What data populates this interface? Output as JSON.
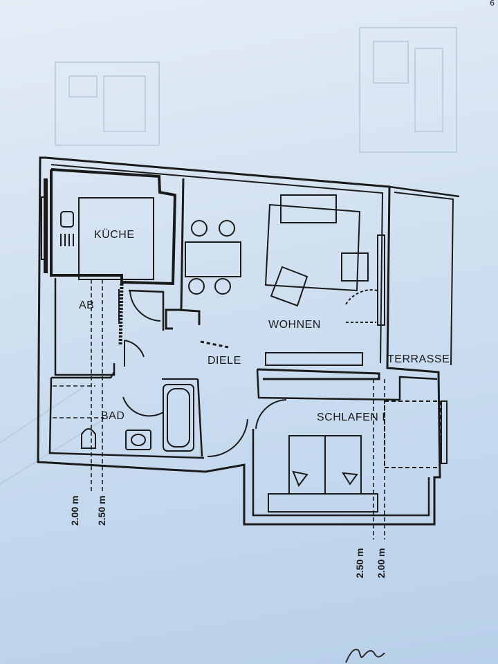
{
  "rooms": {
    "kueche": "KÜCHE",
    "ab": "AB",
    "wohnen": "WOHNEN",
    "diele": "DIELE",
    "terrasse": "TERRASSE",
    "bad": "BAD",
    "schlafen": "SCHLAFEN I"
  },
  "dimensions": {
    "left_a": "2.00 m",
    "left_b": "2.50 m",
    "right_a": "2.50 m",
    "right_b": "2.00 m"
  },
  "corner_mark": "6",
  "colors": {
    "paper": "#c9dcef",
    "ink": "#1a1a1a"
  }
}
